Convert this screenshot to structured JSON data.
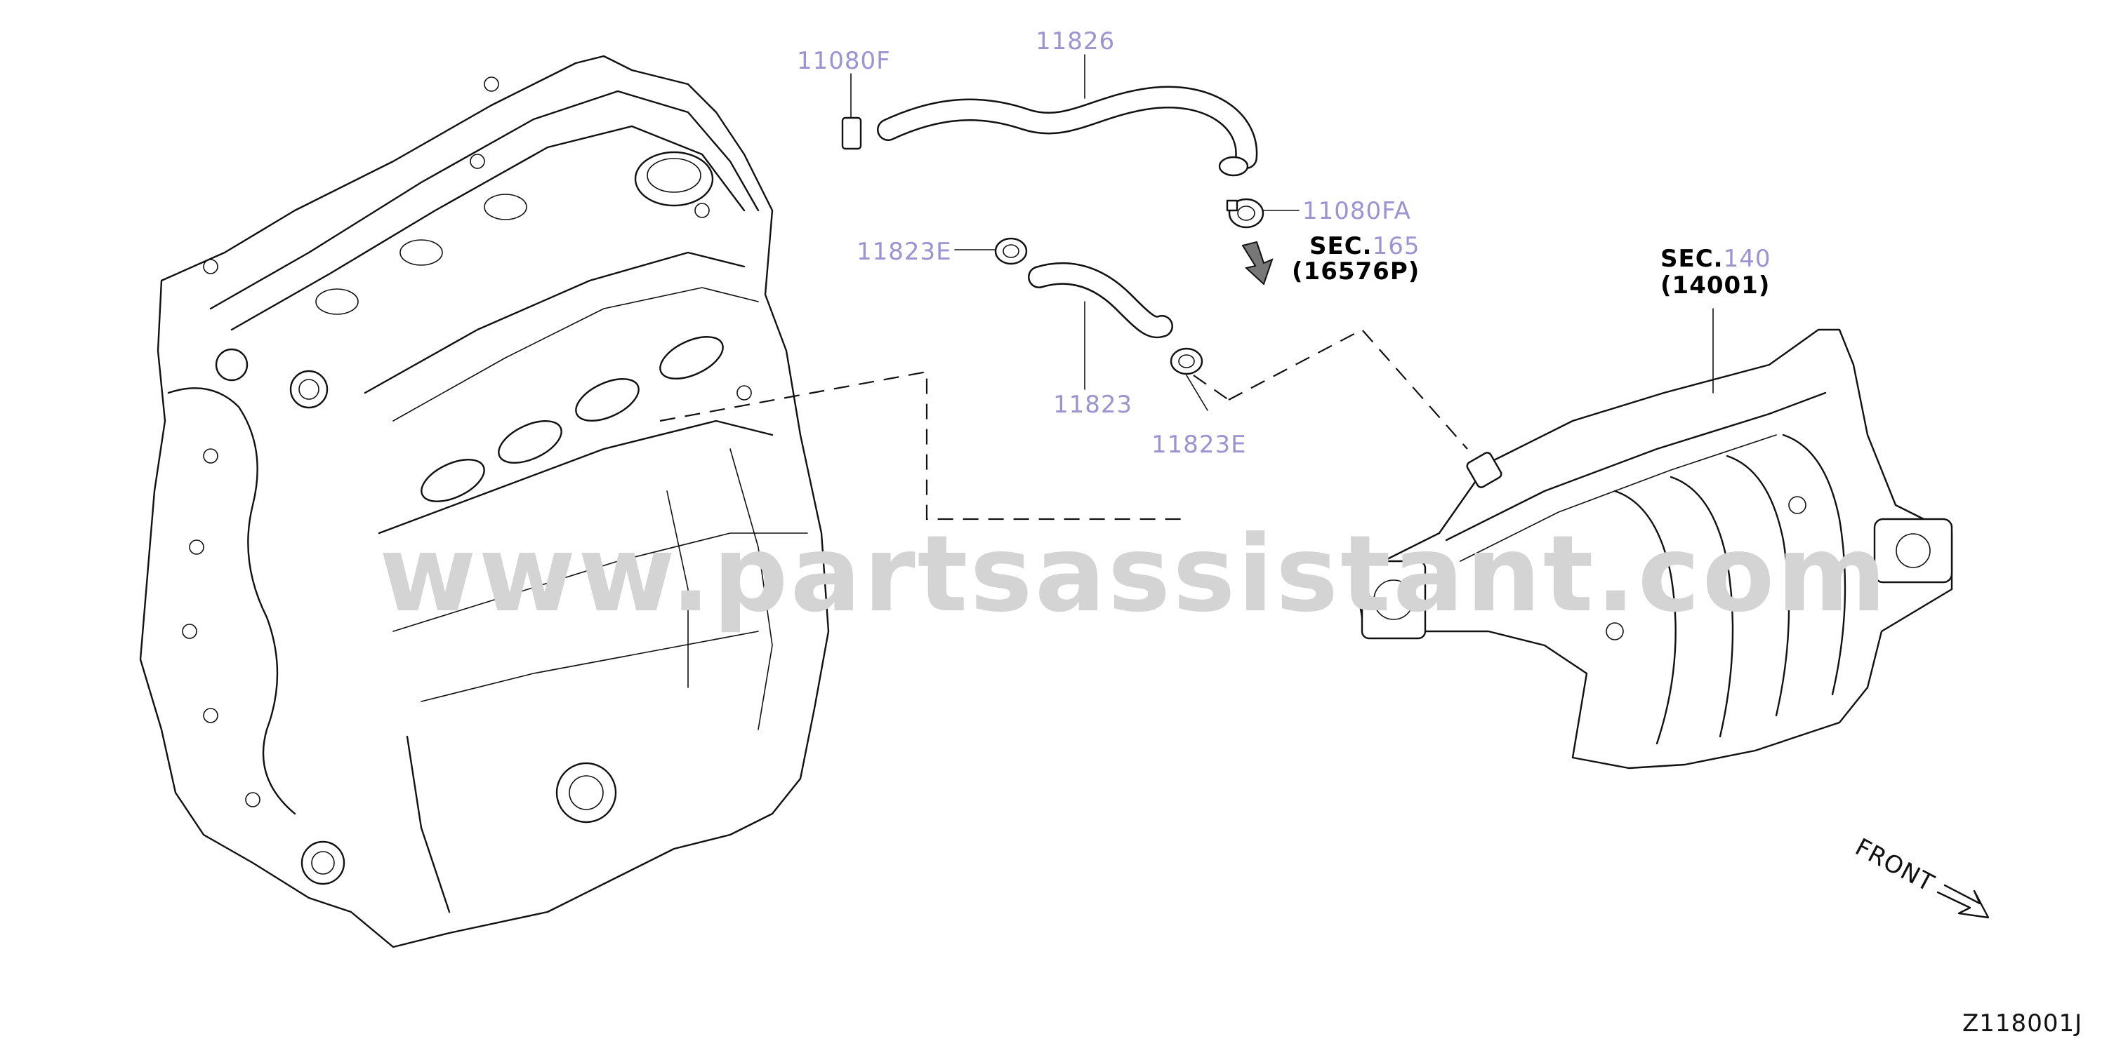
{
  "diagram_id": "Z118001J",
  "watermark": "www.partsassistant.com",
  "parts": {
    "p11826": "11826",
    "p11080F": "11080F",
    "p11080FA": "11080FA",
    "p11823E_top": "11823E",
    "p11823": "11823",
    "p11823E_bottom": "11823E"
  },
  "sec_165": {
    "prefix": "SEC.",
    "num": "165",
    "ref": "(16576P)"
  },
  "sec_140": {
    "prefix": "SEC.",
    "num": "140",
    "ref": "(14001)"
  },
  "front_label": "FRONT",
  "colors": {
    "part_number": "#9b93d2",
    "line": "#111111",
    "watermark": "#d4d4d4",
    "arrow_fill": "#777777"
  }
}
